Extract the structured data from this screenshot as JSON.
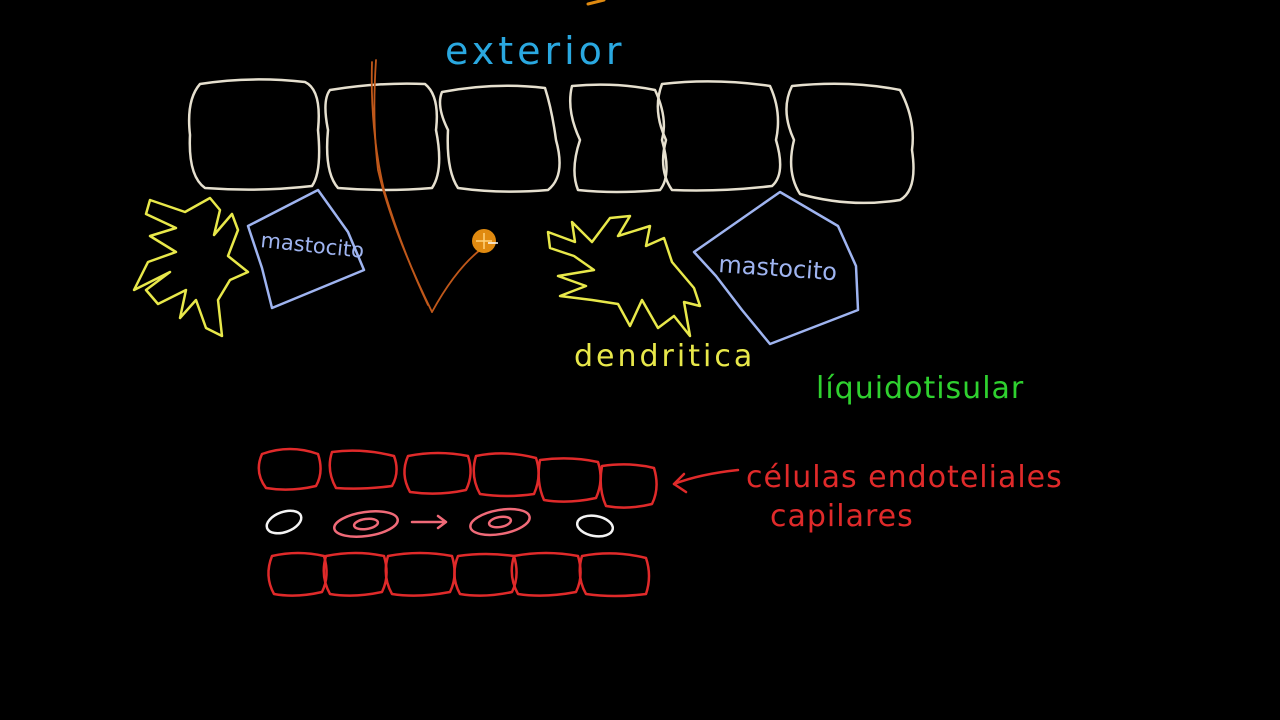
{
  "labels": {
    "exterior": "exterior",
    "mastocito_left": "mastocito",
    "mastocito_right": "mastocito",
    "dendritica": "dendritica",
    "liquido_tisular": "líquidotisular",
    "celulas_line1": "células endoteliales",
    "celulas_line2": "capilares"
  },
  "colors": {
    "background": "#000000",
    "exterior_text": "#2aa8e0",
    "epithelial_cells": "#e6e0cf",
    "mast_cells": "#9fb4f0",
    "dendritic_cells": "#e8e84a",
    "splinter": "#c0581a",
    "cursor": "#e08a10",
    "tissue_fluid_text": "#2fd12f",
    "endothelial": "#e02a2a",
    "blood_cell_white": "#f4f4f4",
    "blood_cell_red": "#f06a78"
  },
  "icons": {
    "cursor": "pen-cursor-icon",
    "arrow_flow": "arrow-right-icon",
    "arrow_label": "arrow-left-icon"
  }
}
